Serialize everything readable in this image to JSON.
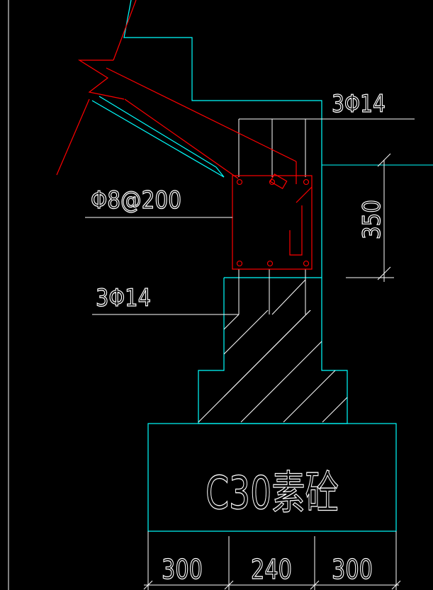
{
  "drawing": {
    "labels": {
      "top_rebar": "3Φ14",
      "stirrup": "Φ8@200",
      "bottom_rebar": "3Φ14",
      "beam_height": "350",
      "concrete": "C30素砼"
    },
    "dimensions": [
      "300",
      "240",
      "300"
    ],
    "colors": {
      "background": "#000000",
      "outline": "#00ffff",
      "rebar": "#ff0000",
      "lines": "#ffffff"
    }
  }
}
